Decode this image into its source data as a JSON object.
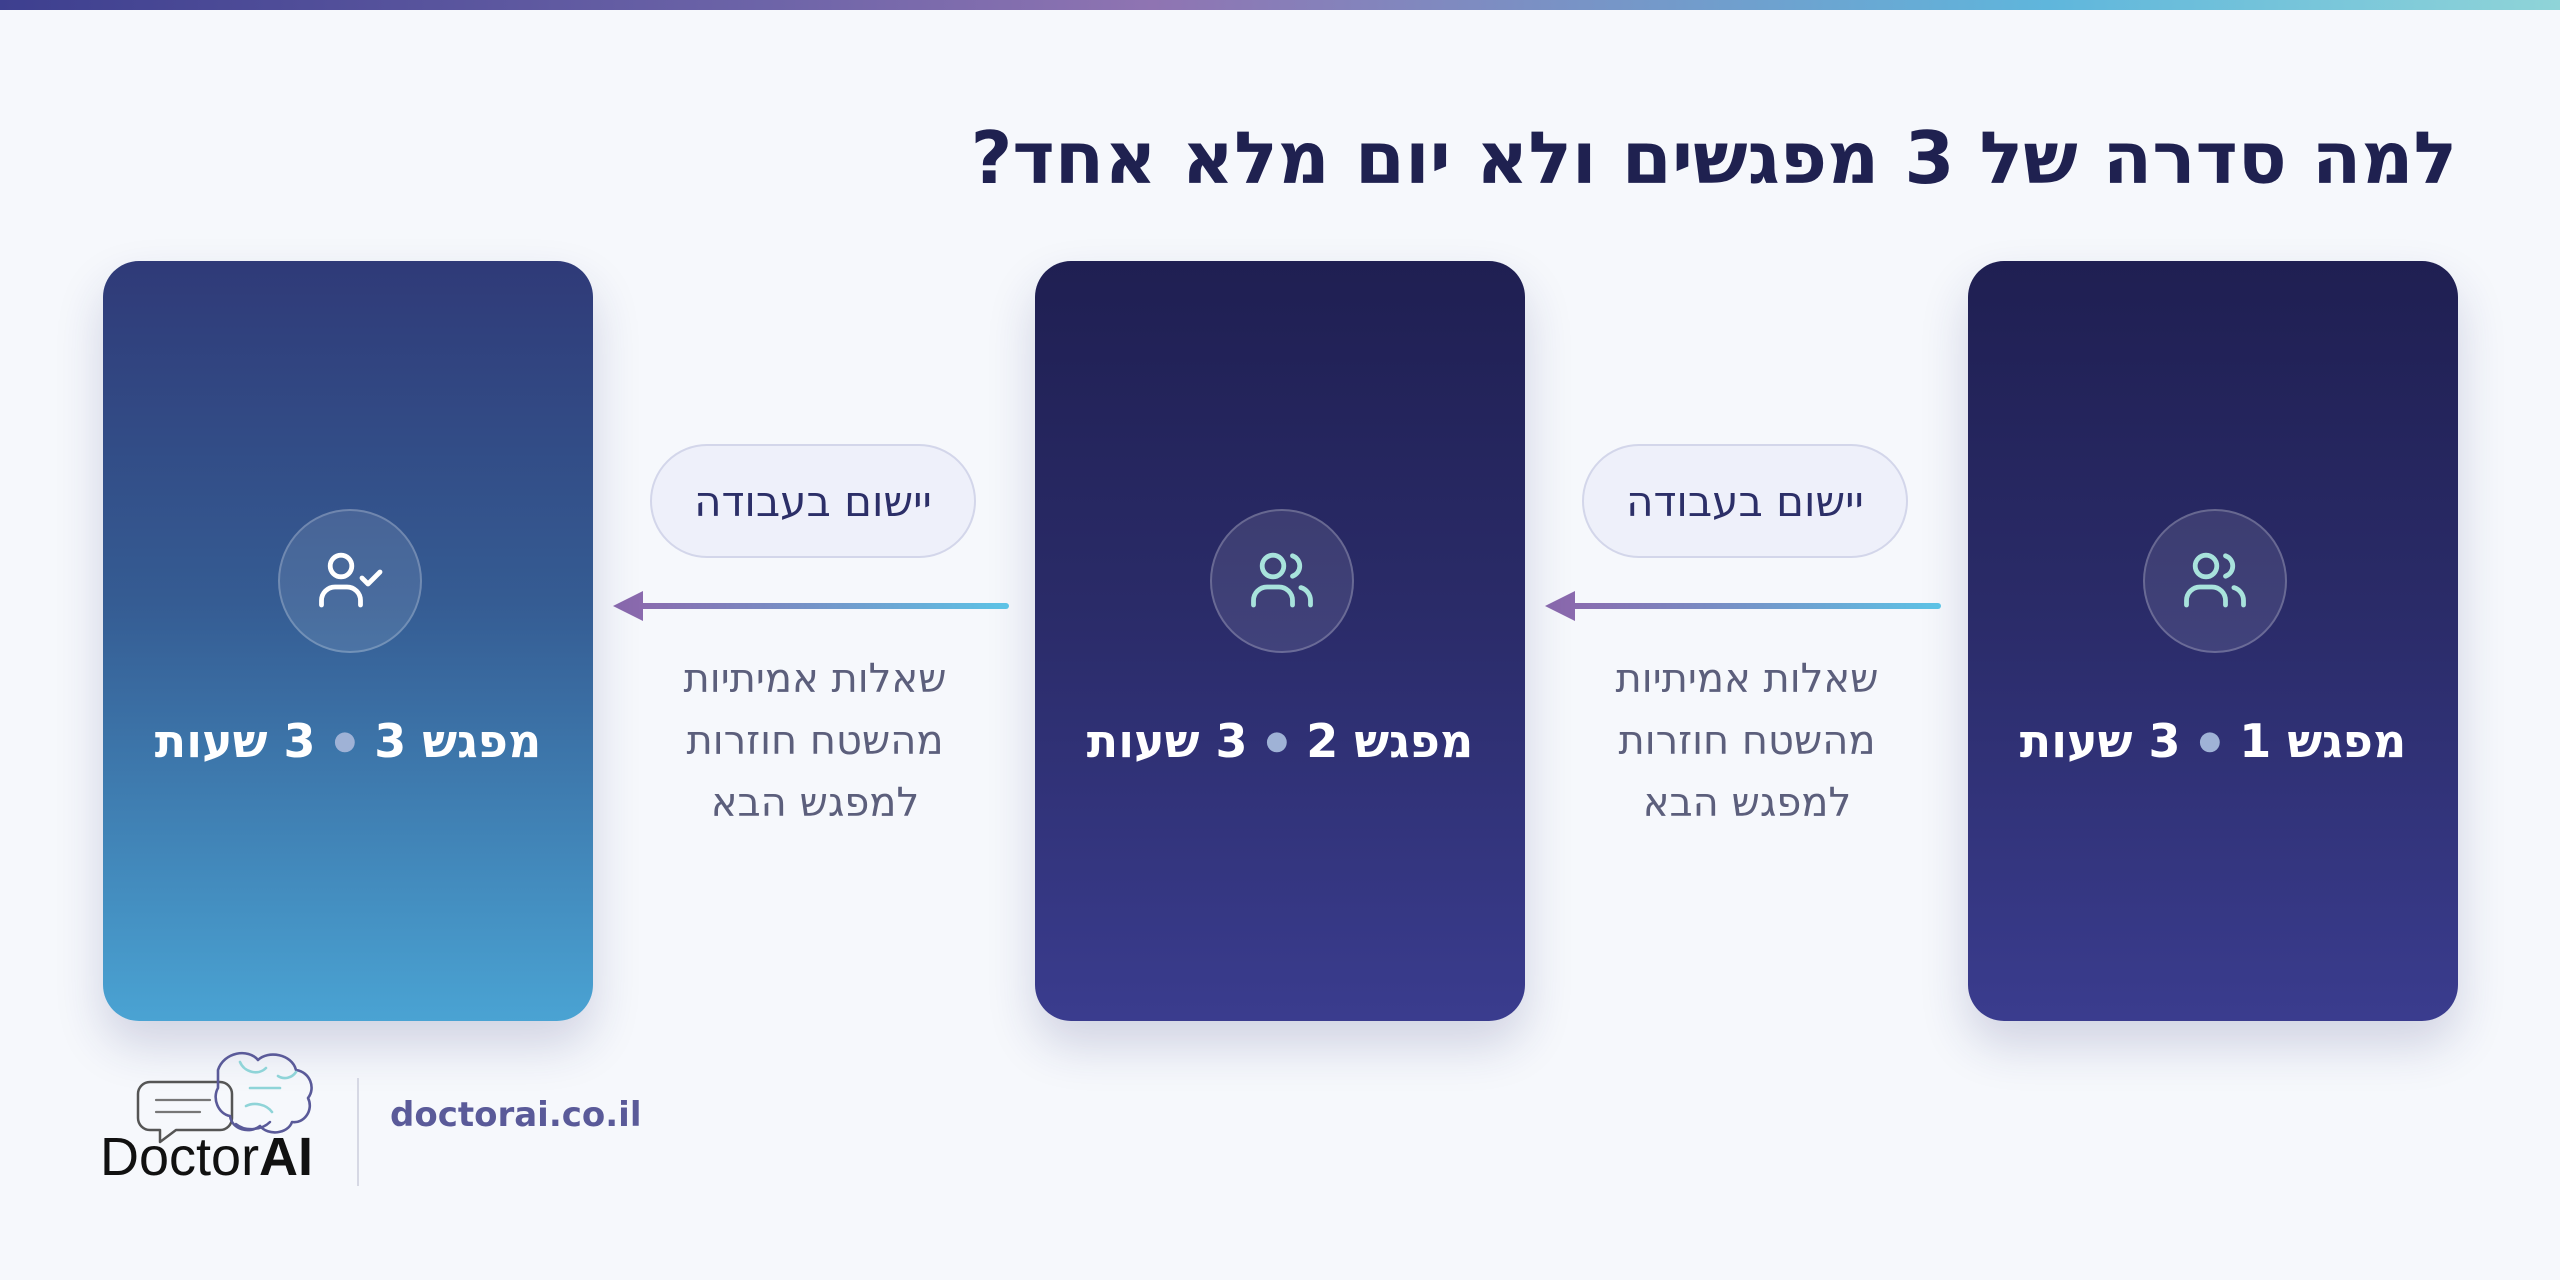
{
  "title": "למה סדרה של 3 מפגשים ולא יום מלא אחד?",
  "cards": [
    {
      "label": "מפגש 1",
      "duration": "3 שעות",
      "icon": "users-icon"
    },
    {
      "label": "מפגש 2",
      "duration": "3 שעות",
      "icon": "users-icon"
    },
    {
      "label": "מפגש 3",
      "duration": "3 שעות",
      "icon": "user-check-icon"
    }
  ],
  "connectors": [
    {
      "pill": "יישום בעבודה",
      "note": [
        "שאלות אמיתיות",
        "מהשטח חוזרות",
        "למפגש הבא"
      ]
    },
    {
      "pill": "יישום בעבודה",
      "note": [
        "שאלות אמיתיות",
        "מהשטח חוזרות",
        "למפגש הבא"
      ]
    }
  ],
  "brand": {
    "name_light": "Doctor",
    "name_bold": "AI",
    "url": "doctorai.co.il"
  },
  "colors": {
    "title": "#1f2150",
    "card_dark": "#2a2b68",
    "card_light_bottom": "#4aa3d3",
    "arrow_start": "#8a6aae",
    "arrow_end": "#5cc3e6",
    "icon_stroke": "#a8e3dc"
  }
}
